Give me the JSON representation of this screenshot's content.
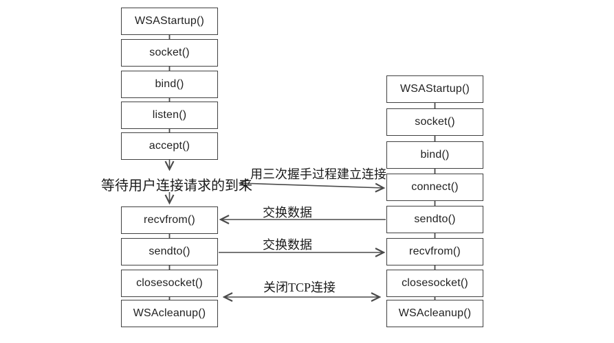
{
  "server": {
    "steps_top": [
      "WSAStartup()",
      "socket()",
      "bind()",
      "listen()",
      "accept()"
    ],
    "wait_text": "等待用户连接请求的到来",
    "steps_bottom": [
      "recvfrom()",
      "sendto()",
      "closesocket()",
      "WSAcleanup()"
    ]
  },
  "client": {
    "steps": [
      "WSAStartup()",
      "socket()",
      "bind()",
      "connect()",
      "sendto()",
      "recvfrom()",
      "closesocket()",
      "WSAcleanup()"
    ]
  },
  "labels": {
    "handshake": "用三次握手过程建立连接",
    "exchange_recv": "交换数据",
    "exchange_send": "交换数据",
    "close": "关闭TCP连接"
  },
  "colors": {
    "background": "#ffffff",
    "box_border": "#3f3f3f",
    "box_fill": "#ffffff",
    "line": "#4a4a4a",
    "box_text": "#1f1f1f",
    "label_text": "#1a1a1a"
  }
}
